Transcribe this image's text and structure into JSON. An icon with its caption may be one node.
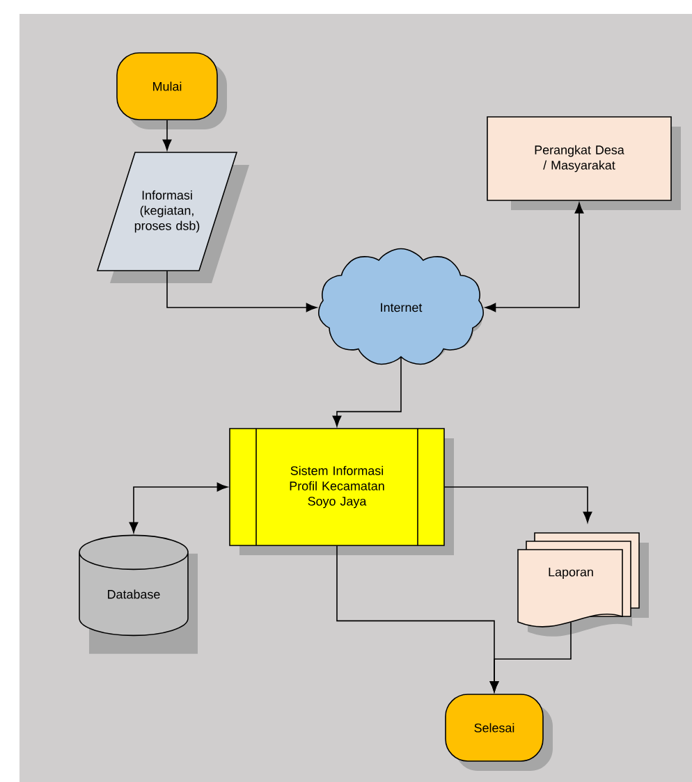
{
  "diagram": {
    "nodes": [
      {
        "text": [
          "Mulai"
        ]
      },
      {
        "text": [
          "Informasi (kegiatan, proses dsb)"
        ]
      },
      {
        "text": [
          "Perangkat Desa / Masyarakat"
        ]
      },
      {
        "text": [
          "Internet"
        ]
      },
      {
        "text": [
          "Sistem Informasi Profil Kecamatan Soyo Jaya"
        ]
      },
      {
        "text": [
          "Database"
        ]
      },
      {
        "text": [
          "Laporan"
        ]
      },
      {
        "text": [
          "Selesai"
        ]
      }
    ],
    "edges": [
      {
        "from": 0,
        "to": 1,
        "arrow": "to"
      },
      {
        "from": 1,
        "to": 3,
        "arrow": "to"
      },
      {
        "from": 3,
        "to": 2,
        "arrow": "both"
      },
      {
        "from": 3,
        "to": 4,
        "arrow": "to"
      },
      {
        "from": 4,
        "to": 5,
        "arrow": "both"
      },
      {
        "from": 4,
        "to": 6,
        "arrow": "to"
      },
      {
        "from": 4,
        "to": 7,
        "arrow": "to"
      },
      {
        "from": 6,
        "to": 7,
        "arrow": "to"
      }
    ]
  }
}
